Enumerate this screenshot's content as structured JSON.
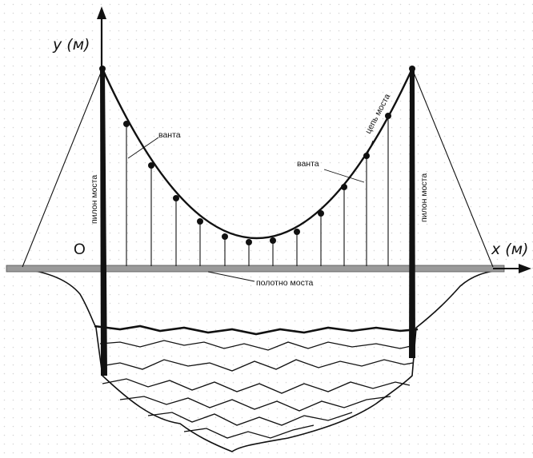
{
  "axes": {
    "y_label": "y (м)",
    "x_label": "x (м)",
    "origin_label": "O"
  },
  "labels": {
    "pylon_left": "пилон моста",
    "pylon_right": "пилон моста",
    "hanger_left": "ванта",
    "hanger_right": "ванта",
    "chain": "цепь моста",
    "deck": "полотно моста"
  },
  "colors": {
    "ink": "#111111",
    "deck": "#9a9a9a",
    "grid": "#d6d6d6"
  }
}
